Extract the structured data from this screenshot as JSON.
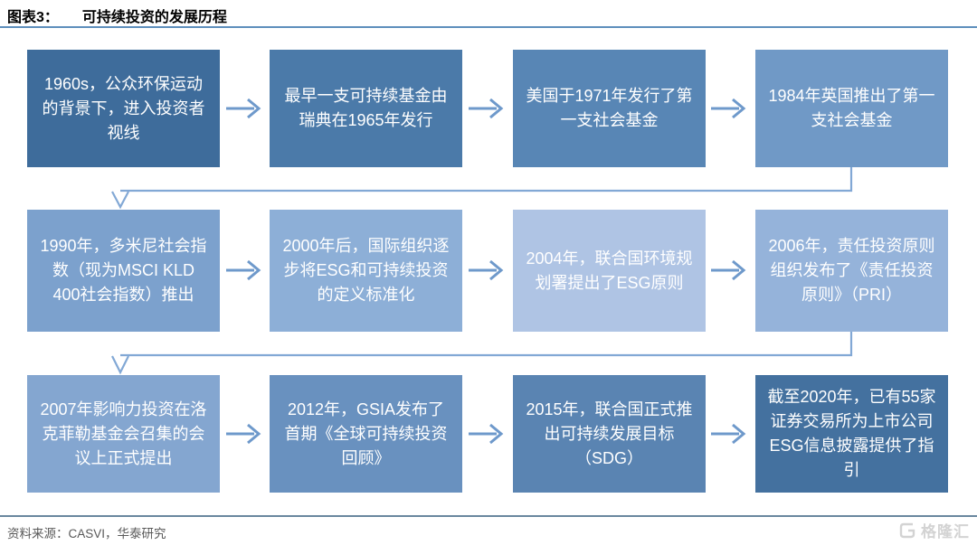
{
  "header": {
    "figure_label": "图表3：",
    "title": "可持续投资的发展历程"
  },
  "flow": {
    "boxes": [
      {
        "text": "1960s，公众环保运动的背景下，进入投资者视线",
        "color": "#3E6C9B"
      },
      {
        "text": "最早一支可持续基金由瑞典在1965年发行",
        "color": "#4B7AA9"
      },
      {
        "text": "美国于1971年发行了第一支社会基金",
        "color": "#5886B5"
      },
      {
        "text": "1984年英国推出了第一支社会基金",
        "color": "#7099C6"
      },
      {
        "text": "1990年，多米尼社会指数（现为MSCI KLD 400社会指数）推出",
        "color": "#7CA1CD"
      },
      {
        "text": "2000年后，国际组织逐步将ESG和可持续投资的定义标准化",
        "color": "#8DAFD7"
      },
      {
        "text": "2004年，联合国环境规划署提出了ESG原则",
        "color": "#AFC4E4"
      },
      {
        "text": "2006年，责任投资原则组织发布了《责任投资原则》（PRI）",
        "color": "#95B3DA"
      },
      {
        "text": "2007年影响力投资在洛克菲勒基金会召集的会议上正式提出",
        "color": "#84A6D0"
      },
      {
        "text": "2012年，GSIA发布了首期《全球可持续投资回顾》",
        "color": "#6991BF"
      },
      {
        "text": "2015年，联合国正式推出可持续发展目标（SDG）",
        "color": "#5A84B2"
      },
      {
        "text": "截至2020年，已有55家证券交易所为上市公司ESG信息披露提供了指引",
        "color": "#44719F"
      }
    ]
  },
  "footer": {
    "source": "资料来源：CASVI，华泰研究",
    "logo_text": "格隆汇"
  },
  "colors": {
    "arrow": "#6E99CB",
    "connector": "#82A8D5",
    "title_rule": "#5E8FBC",
    "footer_rule": "#69879F",
    "source_text": "#595959",
    "logo": "#D3D3D3"
  }
}
